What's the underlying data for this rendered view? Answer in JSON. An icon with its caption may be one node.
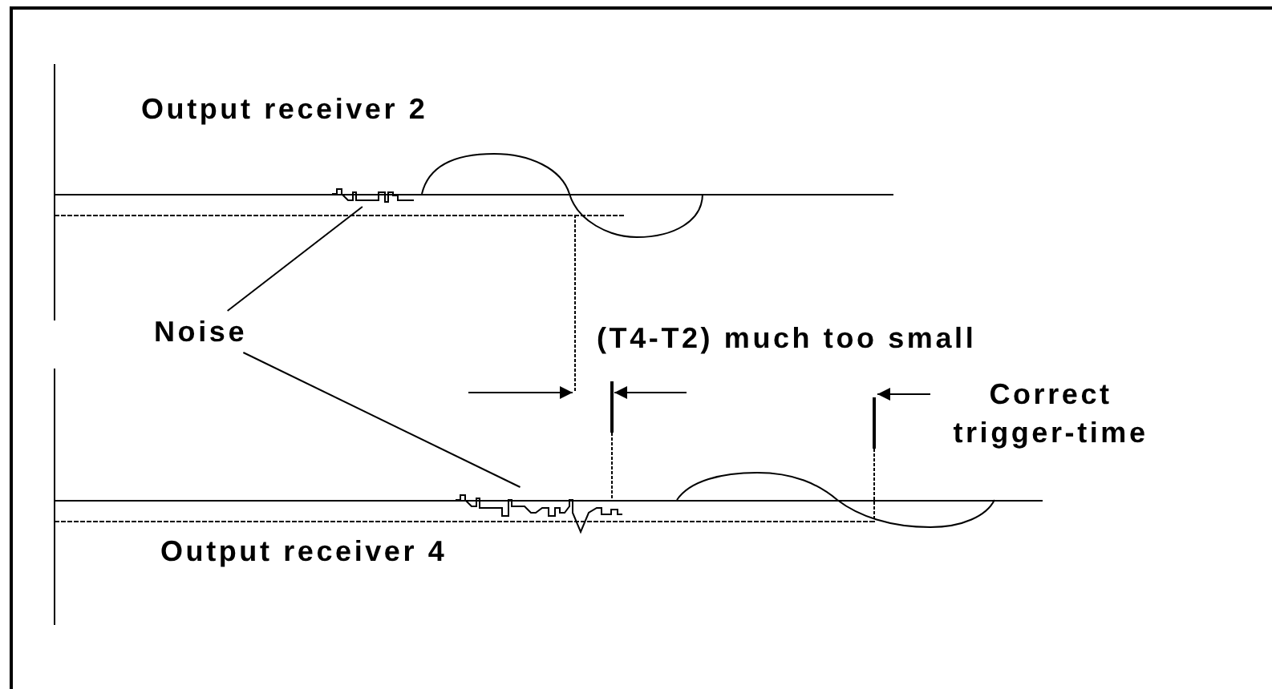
{
  "diagram": {
    "nodes": [
      {
        "text": [
          "Noise"
        ]
      },
      {
        "text": [],
        "shape": "picture"
      },
      {
        "text": [],
        "shape": "picture"
      },
      {
        "text": [
          "Correct trigger-time"
        ]
      },
      {
        "text": [],
        "shape": "bar"
      }
    ],
    "edges": [
      {
        "from": 0,
        "to": 1,
        "arrow": "none"
      },
      {
        "from": 0,
        "to": 2,
        "arrow": "none"
      },
      {
        "from": 3,
        "to": 4,
        "arrow": "to"
      }
    ],
    "labels": [
      "Output receiver 2",
      "(T4-T2) much too small",
      "Output receiver 4"
    ]
  }
}
